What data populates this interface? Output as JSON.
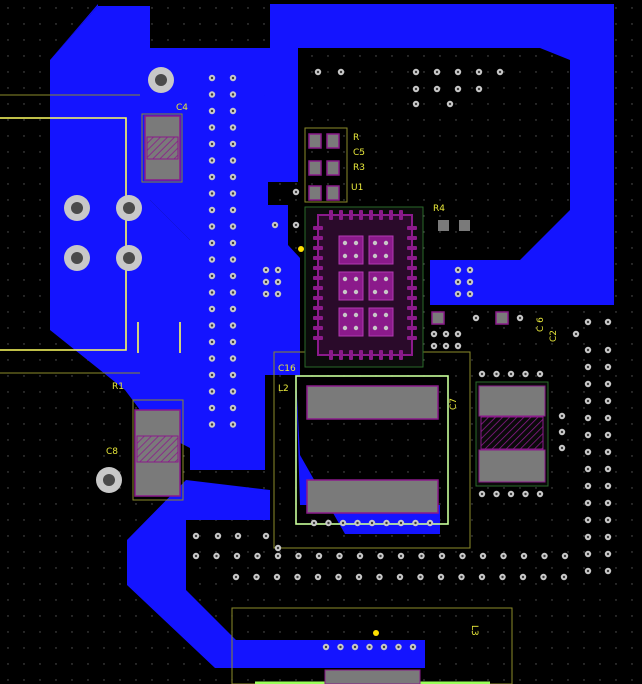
{
  "app": {
    "view": "PCB layout canvas"
  },
  "colors": {
    "background": "#000000",
    "copper": "#1414ff",
    "pad": "#808080",
    "via_ring": "#c8c8c8",
    "silkscreen": "#e8e83a",
    "mask": "#8b1a8b",
    "outline": "#9bff5a"
  },
  "designators": {
    "c4": "C4",
    "r": "R",
    "c5": "C5",
    "r3": "R3",
    "u1": "U1",
    "r4": "R4",
    "c16": "C16",
    "l2": "L2",
    "r1": "R1",
    "c8": "C8",
    "c7": "C7",
    "c6": "C 6",
    "c2": "C2",
    "l3": "L3"
  }
}
